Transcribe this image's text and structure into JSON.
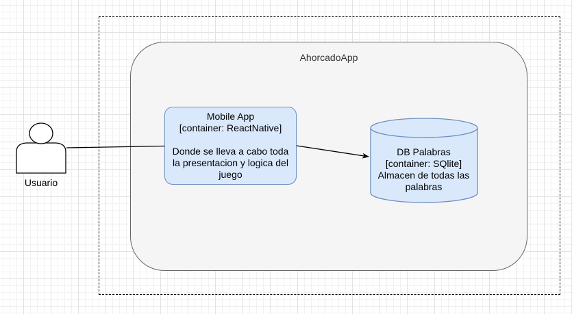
{
  "system": {
    "title": "AhorcadoApp"
  },
  "actor": {
    "label": "Usuario"
  },
  "mobile_app": {
    "name": "Mobile App",
    "tech": "[container: ReactNative]",
    "description_line1": "Donde se lleva a cabo toda",
    "description_line2": "la presentacion y logica del",
    "description_line3": "juego"
  },
  "database": {
    "name": "DB Palabras",
    "tech": "[container: SQlite]",
    "description_line1": "Almacen de todas las",
    "description_line2": "palabras"
  },
  "colors": {
    "container_fill": "#dae8fc",
    "container_stroke": "#6c8ebf",
    "system_fill": "#f5f5f5",
    "system_stroke": "#666666"
  }
}
